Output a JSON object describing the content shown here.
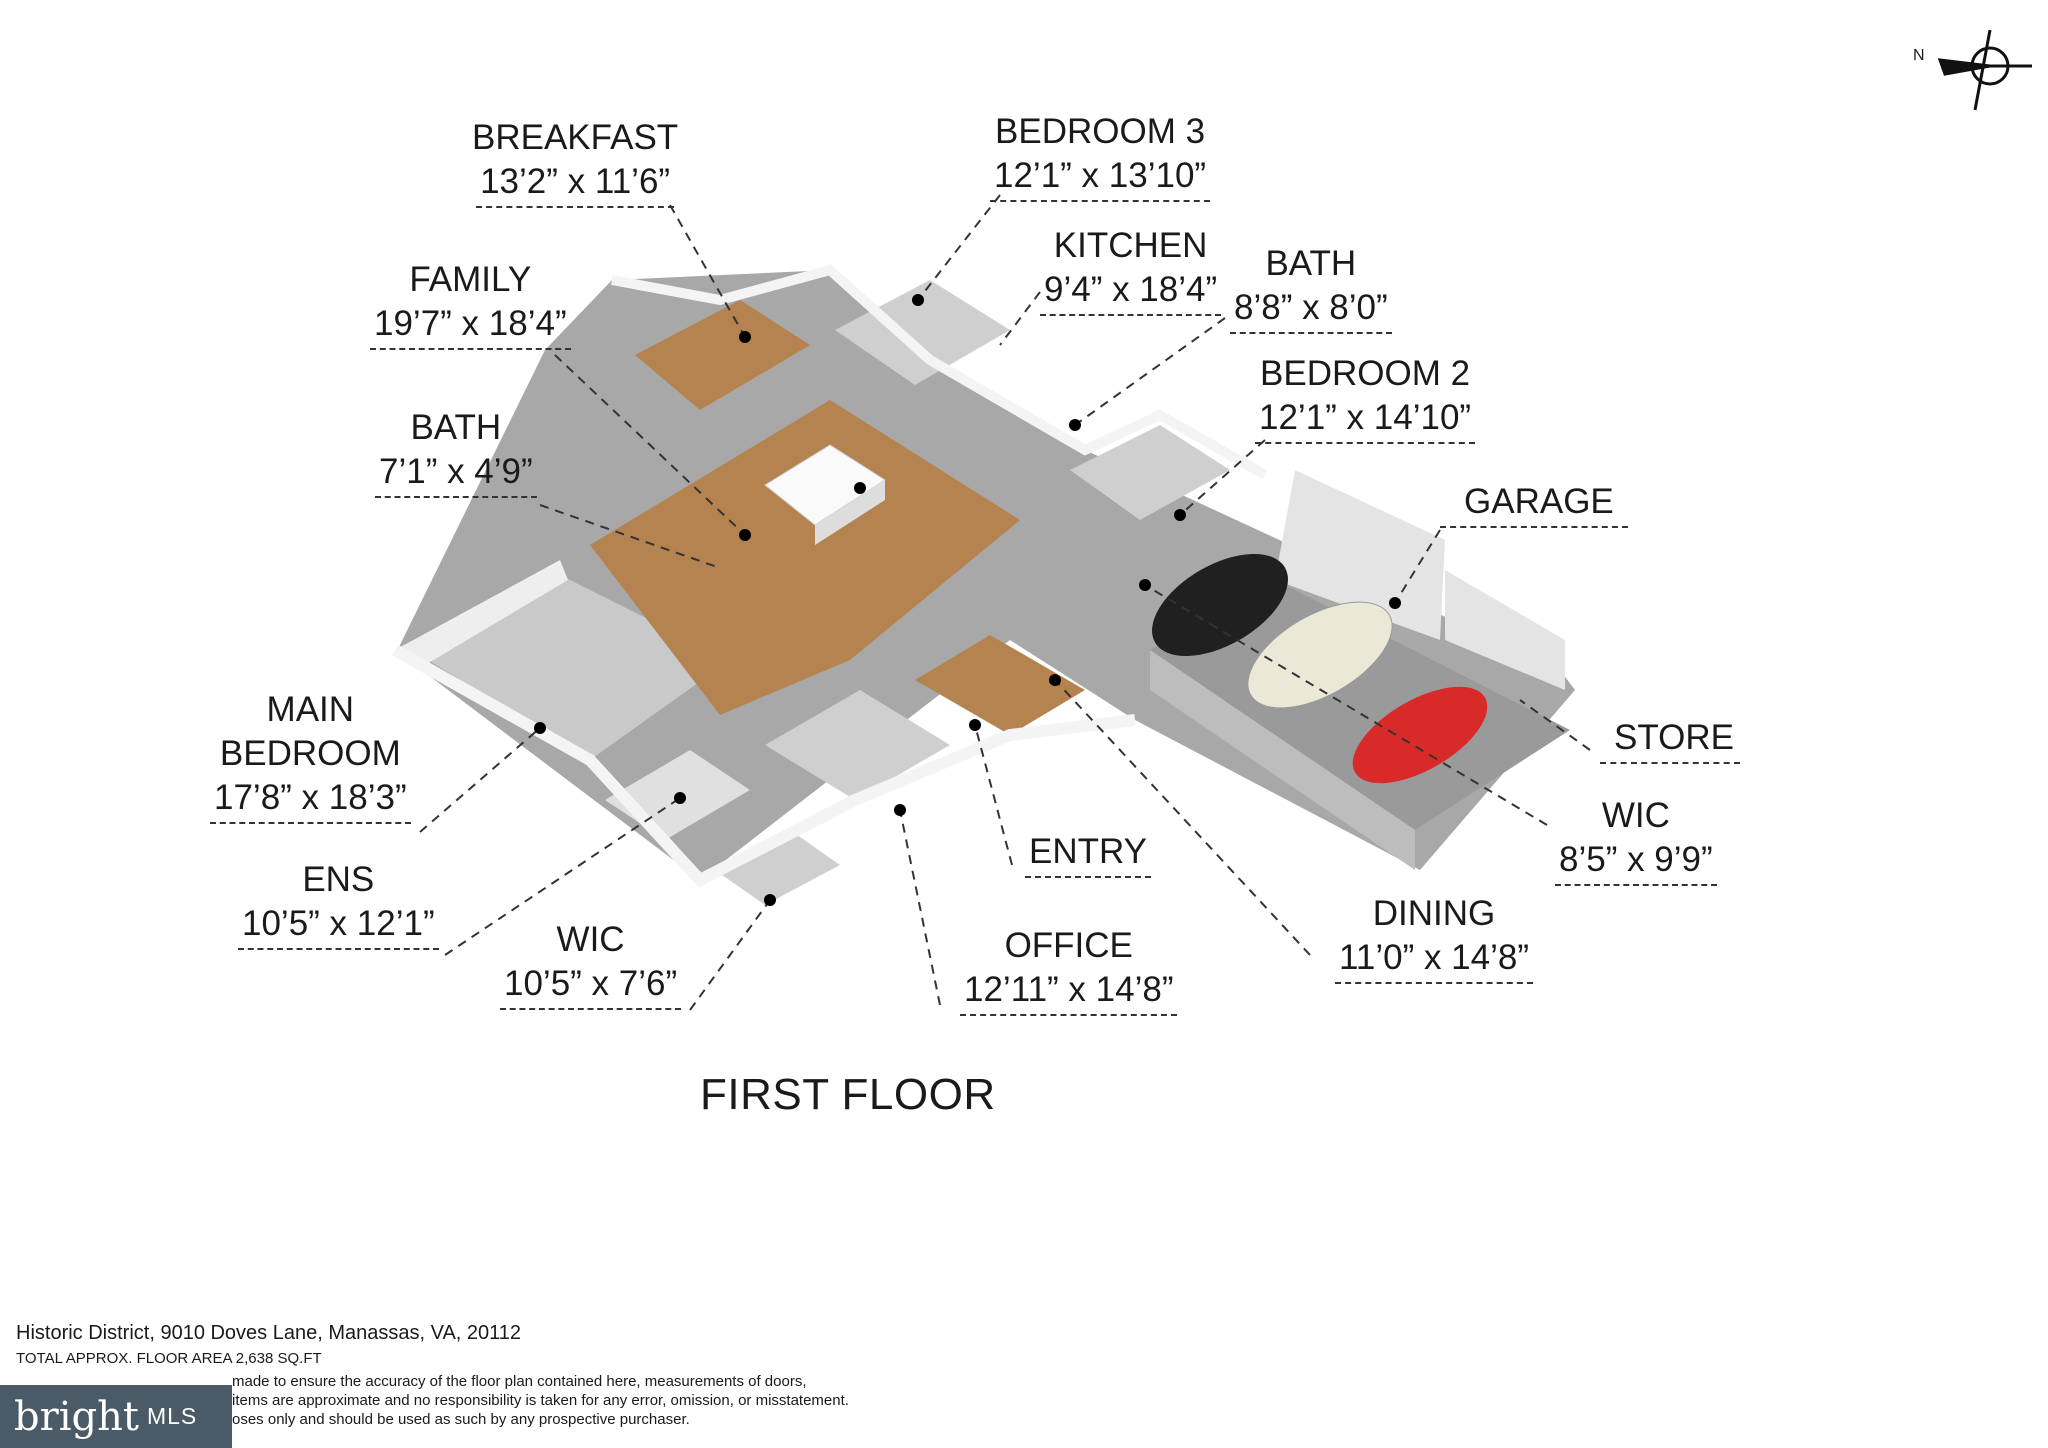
{
  "floor_title": "FIRST FLOOR",
  "rooms": [
    {
      "name": "BREAKFAST",
      "dims": "13’2” x 11’6”"
    },
    {
      "name": "BEDROOM 3",
      "dims": "12’1” x 13’10”"
    },
    {
      "name": "KITCHEN",
      "dims": "9’4” x 18’4”"
    },
    {
      "name": "BATH",
      "dims": "8’8” x 8’0”"
    },
    {
      "name": "FAMILY",
      "dims": "19’7” x 18’4”"
    },
    {
      "name": "BEDROOM 2",
      "dims": "12’1” x 14’10”"
    },
    {
      "name": "BATH",
      "dims": "7’1” x 4’9”"
    },
    {
      "name": "GARAGE",
      "dims": ""
    },
    {
      "name": "MAIN",
      "name2": "BEDROOM",
      "dims": "17’8” x 18’3”"
    },
    {
      "name": "STORE",
      "dims": ""
    },
    {
      "name": "WIC",
      "dims": "8’5” x 9’9”"
    },
    {
      "name": "ENTRY",
      "dims": ""
    },
    {
      "name": "ENS",
      "dims": "10’5” x 12’1”"
    },
    {
      "name": "DINING",
      "dims": "11’0” x 14’8”"
    },
    {
      "name": "WIC",
      "dims": "10’5” x 7’6”"
    },
    {
      "name": "OFFICE",
      "dims": "12’11” x 14’8”"
    }
  ],
  "compass": {
    "label": "N"
  },
  "footer": {
    "address": "Historic District, 9010 Doves Lane, Manassas, VA, 20112",
    "area": "TOTAL APPROX. FLOOR AREA 2,638 SQ.FT",
    "disclaimer_1": "made to ensure the accuracy of the floor plan contained here, measurements of doors,",
    "disclaimer_2": "items are approximate and no responsibility is taken for any error, omission, or misstatement.",
    "disclaimer_3": "oses only and should be used as such by any prospective purchaser."
  },
  "logo": {
    "brand": "bright",
    "suffix": "MLS"
  },
  "colors": {
    "floor_wood": "#b5834f",
    "floor_grey": "#cfcfcf",
    "wall": "#f4f4f4",
    "wall_shadow": "#9c9c9c",
    "car_red": "#d92a2a"
  }
}
